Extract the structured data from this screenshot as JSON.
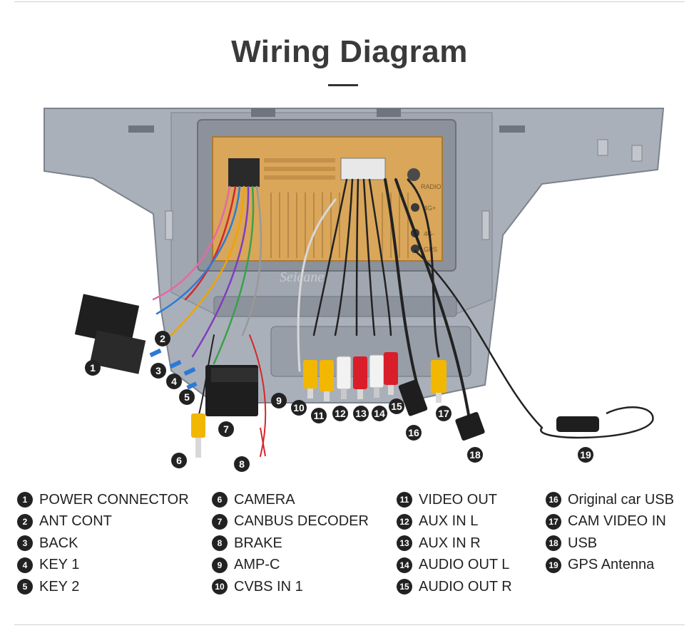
{
  "title": "Wiring Diagram",
  "watermark": "Seicane",
  "unit_labels": [
    "RADIO",
    "4G+",
    "4G-",
    "GPS"
  ],
  "colors": {
    "background": "#ffffff",
    "frame": "#a9adb5",
    "head_unit_back": "#d9a65a",
    "badge": "#222222",
    "rca_yellow": "#f2b700",
    "rca_red": "#d91e2a",
    "rca_white": "#f2f2f2"
  },
  "components": [
    {
      "number": "1",
      "label": "POWER CONNECTOR"
    },
    {
      "number": "2",
      "label": "ANT CONT"
    },
    {
      "number": "3",
      "label": "BACK"
    },
    {
      "number": "4",
      "label": "KEY 1"
    },
    {
      "number": "5",
      "label": "KEY 2"
    },
    {
      "number": "6",
      "label": "CAMERA"
    },
    {
      "number": "7",
      "label": "CANBUS DECODER"
    },
    {
      "number": "8",
      "label": "BRAKE"
    },
    {
      "number": "9",
      "label": "AMP-C"
    },
    {
      "number": "10",
      "label": "CVBS IN 1"
    },
    {
      "number": "11",
      "label": "VIDEO OUT"
    },
    {
      "number": "12",
      "label": "AUX IN L"
    },
    {
      "number": "13",
      "label": "AUX IN R"
    },
    {
      "number": "14",
      "label": "AUDIO OUT L"
    },
    {
      "number": "15",
      "label": "AUDIO OUT R"
    },
    {
      "number": "16",
      "label": "Original car USB"
    },
    {
      "number": "17",
      "label": "CAM VIDEO IN"
    },
    {
      "number": "18",
      "label": "USB"
    },
    {
      "number": "19",
      "label": "GPS Antenna"
    }
  ]
}
